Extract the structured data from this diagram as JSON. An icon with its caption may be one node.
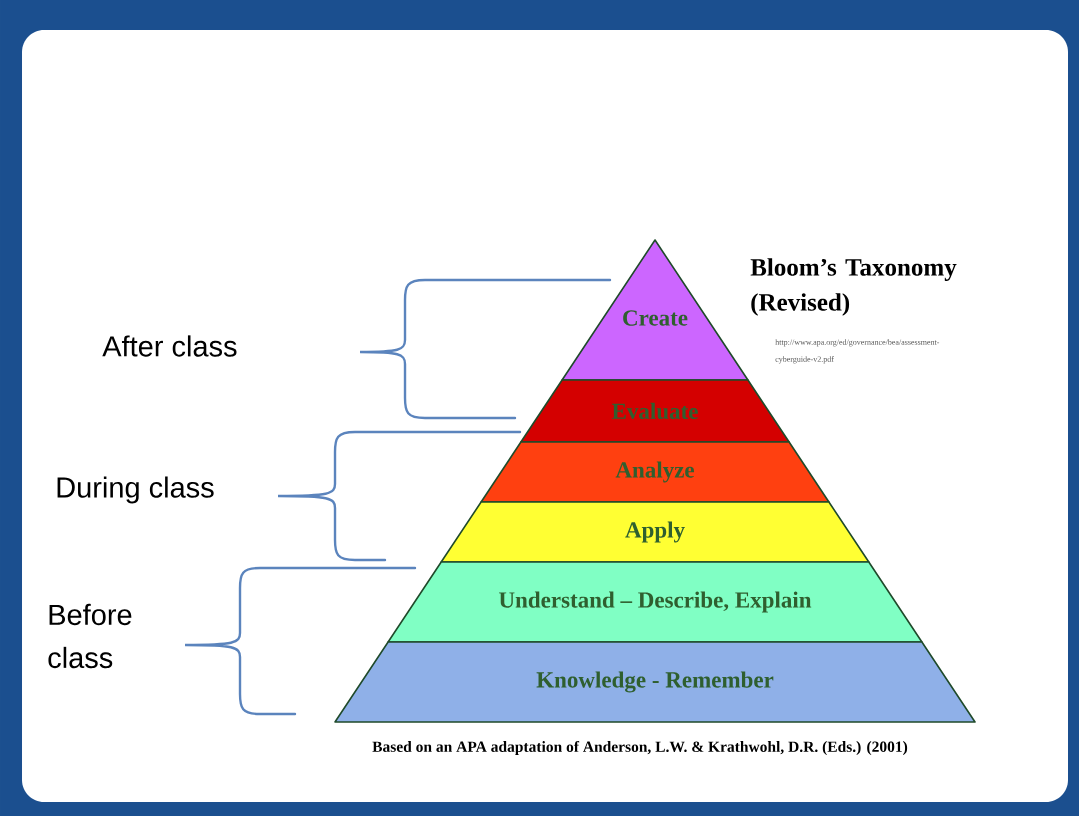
{
  "diagram": {
    "title": "Bloom’s Taxonomy (Revised)",
    "caption": "Based on an APA adaptation of Anderson, L.W. & Krathwohl, D.R. (Eds.) (2001)",
    "nodes": [
      {
        "text": [
          "Create"
        ]
      },
      {
        "text": [
          "Evaluate"
        ]
      },
      {
        "text": [
          "Analyze"
        ]
      },
      {
        "text": [
          "Apply"
        ]
      },
      {
        "text": [
          "Understand – Describe, Explain"
        ]
      },
      {
        "text": [
          "Knowledge - Remember"
        ]
      }
    ],
    "labels": [
      "http://www.apa.org/ed/governance/bea/assessment-cyberguide-v2.pdf",
      "After class",
      "During class",
      "Before class"
    ]
  }
}
